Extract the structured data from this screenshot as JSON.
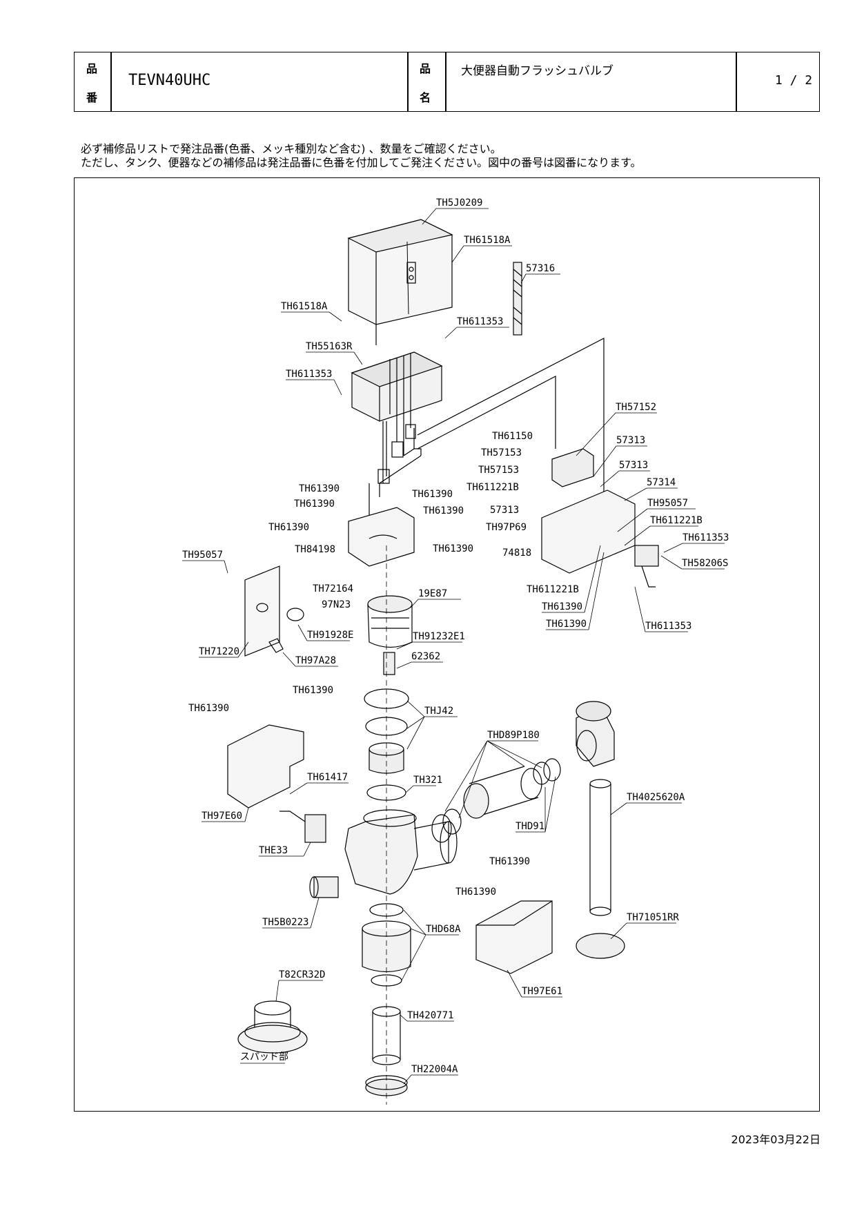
{
  "header": {
    "product_number_label_1": "品",
    "product_number_label_2": "番",
    "product_number": "TEVN40UHC",
    "product_name_label_1": "品",
    "product_name_label_2": "名",
    "product_name": "大便器自動フラッシュバルブ",
    "page": "1 / 2"
  },
  "notes": {
    "line1": "必ず補修品リストで発注品番(色番、メッキ種別など含む) 、数量をご確認ください。",
    "line2": "ただし、タンク、便器などの補修品は発注品番に色番を付加してご発注ください。図中の番号は図番になります。"
  },
  "parts": [
    "TH5J0209",
    "TH61518A",
    "57316",
    "TH61518A",
    "TH611353",
    "TH55163R",
    "TH611353",
    "TH57152",
    "TH61150",
    "57313",
    "TH57153",
    "TH57153",
    "57313",
    "TH611221B",
    "57314",
    "TH61390",
    "TH61390",
    "TH61390",
    "TH61390",
    "TH61390",
    "57313",
    "TH95057",
    "TH97P69",
    "TH611221B",
    "TH84198",
    "TH61390",
    "74818",
    "TH611353",
    "TH95057",
    "TH58206S",
    "TH72164",
    "97N23",
    "19E87",
    "TH611221B",
    "TH61390",
    "TH91928E",
    "TH91232E1",
    "TH61390",
    "TH611353",
    "TH71220",
    "TH97A28",
    "62362",
    "TH61390",
    "TH61390",
    "THJ42",
    "THD89P180",
    "TH61417",
    "TH321",
    "TH4025620A",
    "TH97E60",
    "THD91",
    "THE33",
    "TH61390",
    "TH61390",
    "TH5B0223",
    "THD68A",
    "TH71051RR",
    "T82CR32D",
    "TH97E61",
    "TH420771",
    "TH22004A"
  ],
  "spud_label": "スパッド部",
  "date": "2023年03月22日"
}
